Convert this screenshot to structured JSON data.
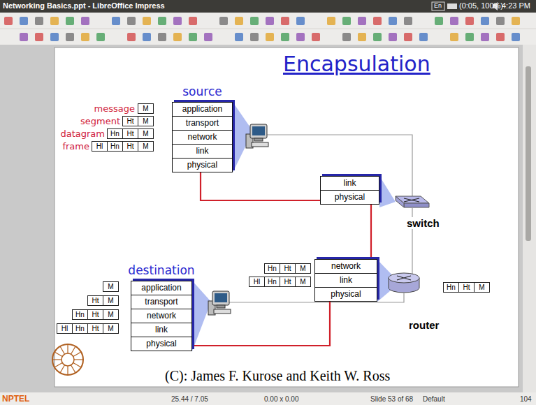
{
  "diagram": {
    "title": "Encapsulation",
    "caption": "(C): James F. Kurose and Keith W. Ross",
    "nodes": [
      {
        "text": [
          "source"
        ]
      },
      {
        "text": [
          "application"
        ],
        "in": 0
      },
      {
        "text": [
          "transport"
        ],
        "in": 0
      },
      {
        "text": [
          "network"
        ],
        "in": 0
      },
      {
        "text": [
          "link"
        ],
        "in": 0
      },
      {
        "text": [
          "physical"
        ],
        "in": 0
      },
      {
        "text": []
      },
      {
        "text": [
          "link"
        ],
        "in": 6
      },
      {
        "text": [
          "physical"
        ],
        "in": 6
      },
      {
        "text": []
      },
      {
        "text": [
          "network"
        ],
        "in": 9
      },
      {
        "text": [
          "link"
        ],
        "in": 9
      },
      {
        "text": [
          "physical"
        ],
        "in": 9
      },
      {
        "text": [
          "destination"
        ]
      },
      {
        "text": [
          "application"
        ],
        "in": 13
      },
      {
        "text": [
          "transport"
        ],
        "in": 13
      },
      {
        "text": [
          "network"
        ],
        "in": 13
      },
      {
        "text": [
          "link"
        ],
        "in": 13
      },
      {
        "text": [
          "physical"
        ],
        "in": 13
      },
      {
        "text": [
          "M"
        ]
      },
      {
        "text": [
          "Ht"
        ]
      },
      {
        "text": [
          "M"
        ]
      },
      {
        "text": [
          "Hn"
        ]
      },
      {
        "text": [
          "Ht"
        ]
      },
      {
        "text": [
          "M"
        ]
      },
      {
        "text": [
          "Hl"
        ]
      },
      {
        "text": [
          "Hn"
        ]
      },
      {
        "text": [
          "Ht"
        ]
      },
      {
        "text": [
          "M"
        ]
      },
      {
        "text": [
          "Hn"
        ]
      },
      {
        "text": [
          "Ht"
        ]
      },
      {
        "text": [
          "M"
        ]
      },
      {
        "text": [
          "Hl"
        ]
      },
      {
        "text": [
          "Hn"
        ]
      },
      {
        "text": [
          "Ht"
        ]
      },
      {
        "text": [
          "M"
        ]
      },
      {
        "text": [
          "Hn"
        ]
      },
      {
        "text": [
          "Ht"
        ]
      },
      {
        "text": [
          "M"
        ]
      },
      {
        "text": [
          "M"
        ]
      },
      {
        "text": [
          "Ht"
        ]
      },
      {
        "text": [
          "M"
        ]
      },
      {
        "text": [
          "Hn"
        ]
      },
      {
        "text": [
          "Ht"
        ]
      },
      {
        "text": [
          "M"
        ]
      },
      {
        "text": [
          "Hl"
        ]
      },
      {
        "text": [
          "Hn"
        ]
      },
      {
        "text": [
          "Ht"
        ]
      },
      {
        "text": [
          "M"
        ]
      }
    ],
    "edges": [
      {
        "from": 0,
        "to": 6,
        "arrow": "none"
      },
      {
        "from": 6,
        "to": 9,
        "arrow": "none"
      },
      {
        "from": 9,
        "to": 13,
        "arrow": "none"
      }
    ],
    "labels": [
      "message",
      "segment",
      "datagram",
      "frame",
      "switch",
      "router",
      "Networking Basics.ppt - LibreOffice Impress",
      "En",
      "(0:05, 100%)",
      "4:23 PM",
      "25.44 / 7.05",
      "0.00 x 0.00",
      "Slide 53 of 68",
      "Default",
      "104",
      "NPTEL"
    ]
  }
}
